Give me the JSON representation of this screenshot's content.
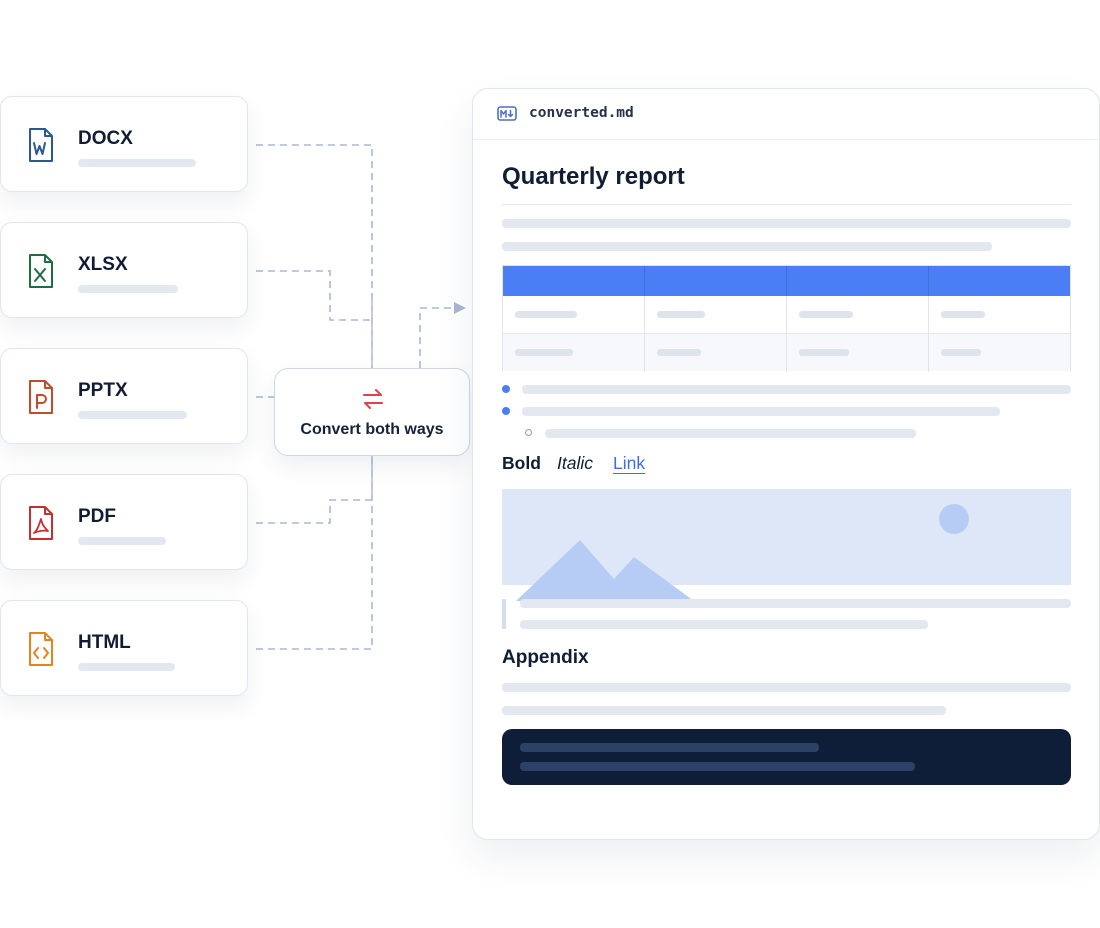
{
  "formats": [
    {
      "name": "DOCX",
      "icon": "docx-file-icon",
      "color": "#2b5797"
    },
    {
      "name": "XLSX",
      "icon": "xlsx-file-icon",
      "color": "#1e6e42"
    },
    {
      "name": "PPTX",
      "icon": "pptx-file-icon",
      "color": "#c54a28"
    },
    {
      "name": "PDF",
      "icon": "pdf-file-icon",
      "color": "#c62f2f"
    },
    {
      "name": "HTML",
      "icon": "html-file-icon",
      "color": "#e8821b"
    }
  ],
  "converter": {
    "label": "Convert both ways",
    "icon": "swap-arrows-icon",
    "icon_color": "#e0414b"
  },
  "document": {
    "filename": "converted.md",
    "file_icon": "markdown-icon",
    "title": "Quarterly report",
    "inline_formats": {
      "bold": "Bold",
      "italic": "Italic",
      "link": "Link"
    },
    "section_heading": "Appendix",
    "table_columns": 4,
    "accent_color": "#4a7ef5",
    "code_block_color": "#0f1e38"
  }
}
